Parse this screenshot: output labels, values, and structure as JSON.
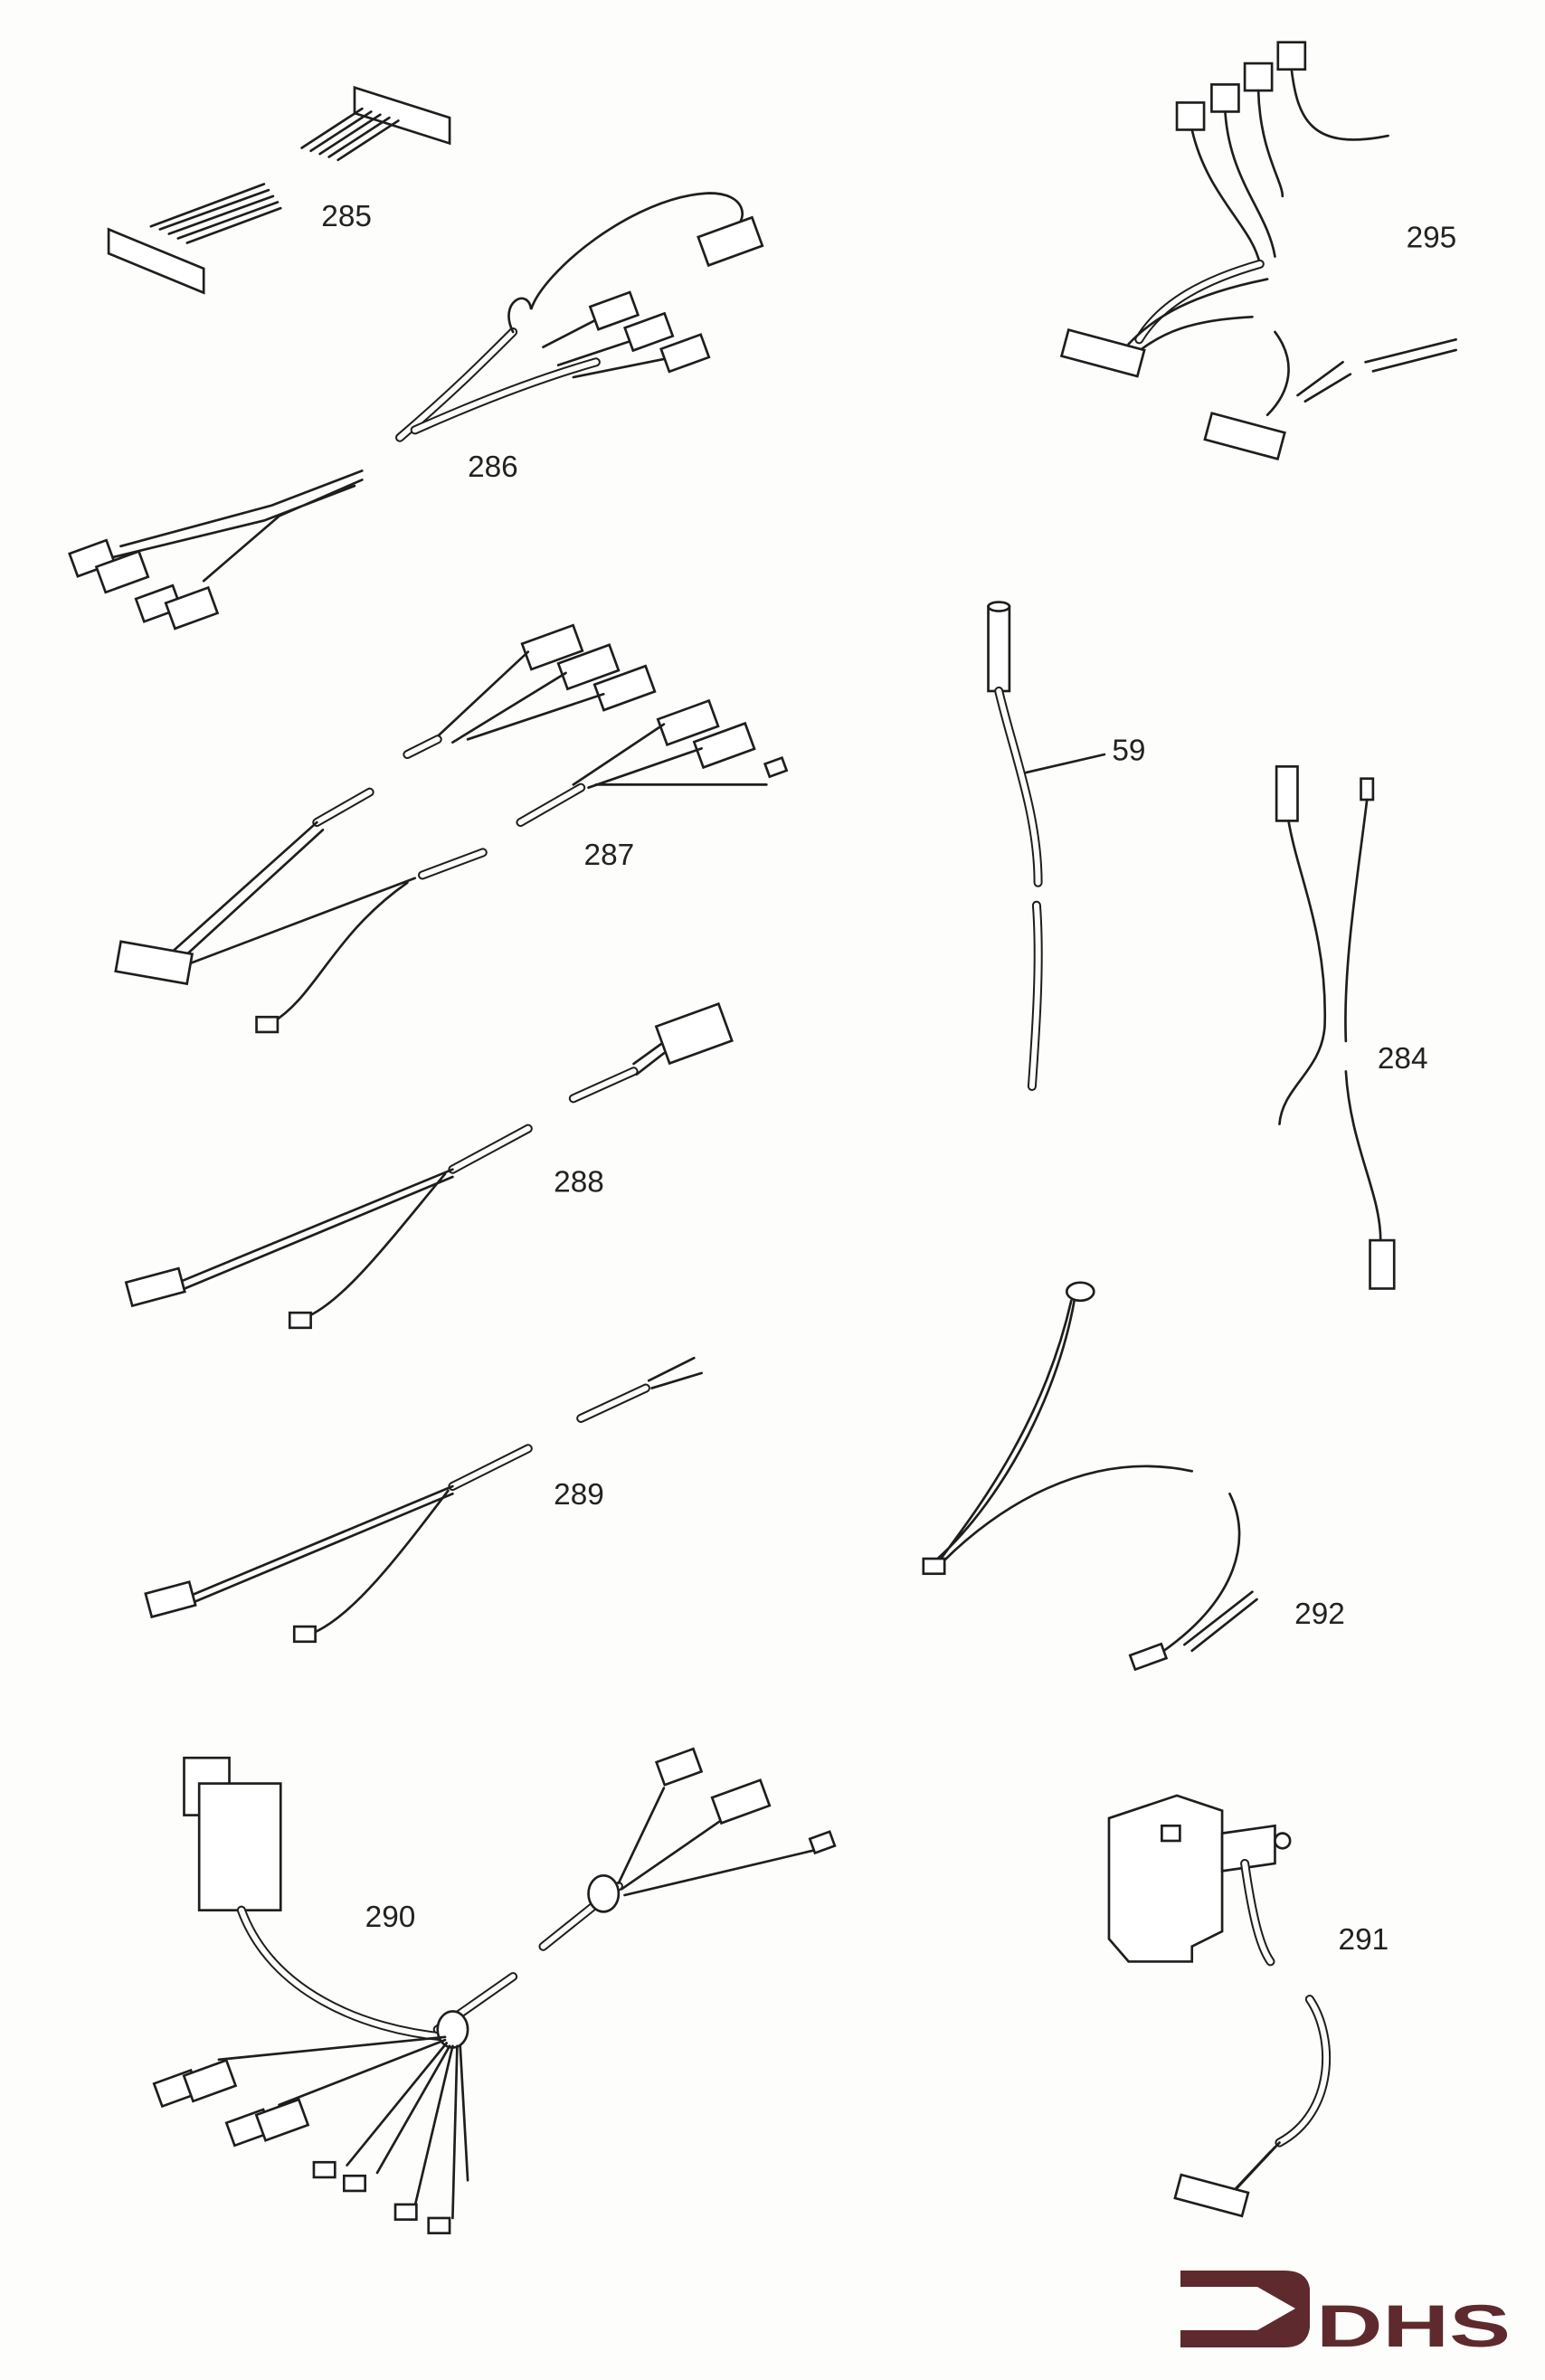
{
  "parts": [
    {
      "id": "285"
    },
    {
      "id": "286"
    },
    {
      "id": "295"
    },
    {
      "id": "287"
    },
    {
      "id": "59"
    },
    {
      "id": "284"
    },
    {
      "id": "288"
    },
    {
      "id": "289"
    },
    {
      "id": "292"
    },
    {
      "id": "290"
    },
    {
      "id": "291"
    }
  ],
  "logo": {
    "text": "DHS",
    "color": "#5e2a2e"
  }
}
